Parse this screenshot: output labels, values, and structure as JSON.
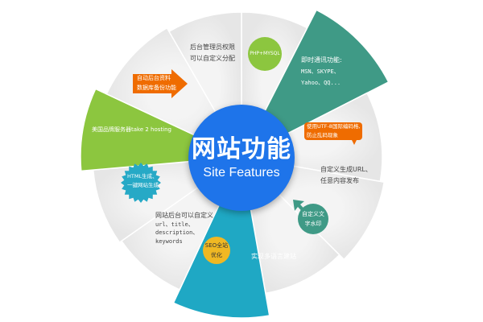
{
  "title_zh": "网站功能",
  "title_en": "Site Features",
  "colors": {
    "center": "#1e74ea",
    "teal": "#3f9a86",
    "green": "#8cc63f",
    "cyan": "#1fa8c4",
    "orange": "#ef6c00",
    "yellow": "#f0b823",
    "badge_green": "#8cc63f",
    "badge_cyan": "#26a9c6",
    "badge_teal": "#3f9a86"
  },
  "features": {
    "php": "PHP+MYSQL",
    "admin": [
      "后台管理员权限",
      "可以自定义分配"
    ],
    "backup": [
      "自动后台资料",
      "数据库备份功能"
    ],
    "im": [
      "即时通讯功能:",
      "MSN、SKYPE、",
      "Yahoo、QQ..."
    ],
    "utf8": [
      "使用UTF-8国际编码格,",
      "防止乱码现象"
    ],
    "url": [
      "自定义生成URL、",
      "任意内容发布"
    ],
    "watermark": [
      "自定义文",
      "字水印"
    ],
    "multilang": "实现多语言建站",
    "seo_badge": [
      "SEO全站",
      "优化"
    ],
    "seo": [
      "网站后台可以自定义",
      "url、title、",
      "description、",
      "keywords"
    ],
    "html": [
      "HTML生成、",
      "一键网站生成"
    ],
    "hosting": "美国品牌服务器take 2 hosting"
  }
}
